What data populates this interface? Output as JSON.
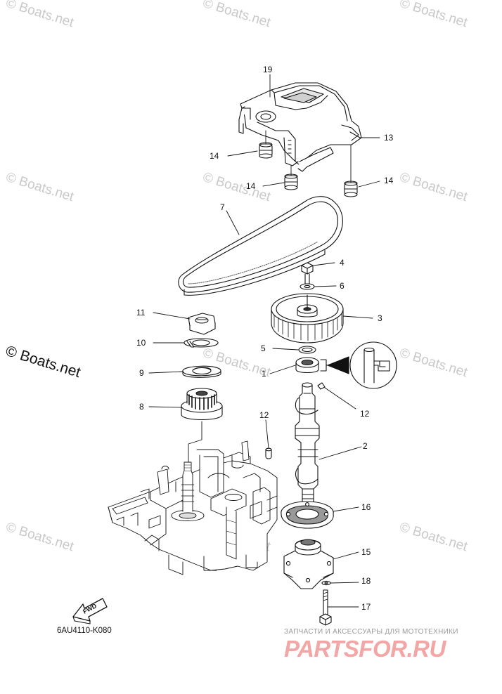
{
  "watermark": "© Boats.net",
  "watermark_dark": "© Boats.net",
  "diagram_code": "6AU4110-K080",
  "fwd_label": "FWD",
  "promo_text": "ЗАПЧАСТИ И АКСЕССУАРЫ ДЛЯ МОТОТЕХНИКИ",
  "promo_logo": "PARTSFOR.RU",
  "callouts": {
    "c19": "19",
    "c13": "13",
    "c14a": "14",
    "c14b": "14",
    "c14c": "14",
    "c7": "7",
    "c4": "4",
    "c6": "6",
    "c3": "3",
    "c11": "11",
    "c10": "10",
    "c5": "5",
    "c9": "9",
    "c1": "1",
    "c8": "8",
    "c12a": "12",
    "c12b": "12",
    "c2": "2",
    "c16": "16",
    "c15": "15",
    "c18": "18",
    "c17": "17"
  }
}
